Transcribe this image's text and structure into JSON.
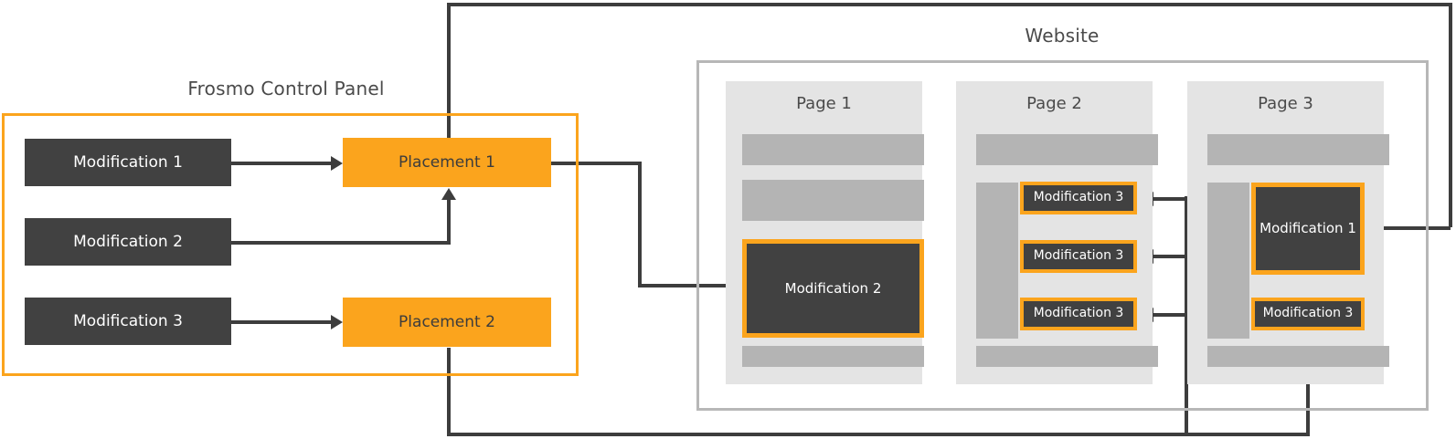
{
  "diagram": {
    "type": "flow-diagram",
    "panels": [
      {
        "id": "control-panel",
        "title": "Frosmo Control Panel",
        "modifications": [
          {
            "label": "Modification 1"
          },
          {
            "label": "Modification 2"
          },
          {
            "label": "Modification 3"
          }
        ],
        "placements": [
          {
            "label": "Placement 1"
          },
          {
            "label": "Placement 2"
          }
        ]
      },
      {
        "id": "website",
        "title": "Website",
        "pages": [
          {
            "title": "Page 1",
            "placed_modifications": [
              {
                "label": "Modification 2"
              }
            ]
          },
          {
            "title": "Page 2",
            "placed_modifications": [
              {
                "label": "Modification 3"
              },
              {
                "label": "Modification 3"
              },
              {
                "label": "Modification 3"
              }
            ]
          },
          {
            "title": "Page 3",
            "placed_modifications": [
              {
                "label": "Modification 1"
              },
              {
                "label": "Modification 3"
              }
            ]
          }
        ]
      }
    ],
    "connections": [
      {
        "from": "Modification 1",
        "to": "Placement 1"
      },
      {
        "from": "Modification 2",
        "to": "Placement 1"
      },
      {
        "from": "Modification 3",
        "to": "Placement 2"
      },
      {
        "from": "Placement 1",
        "to": "Page 1 / Modification 2"
      },
      {
        "from": "Placement 1",
        "to": "Page 3 / Modification 1"
      },
      {
        "from": "Placement 2",
        "to": "Page 2 / Modification 3 (x3)"
      },
      {
        "from": "Placement 2",
        "to": "Page 3 / Modification 3"
      }
    ]
  },
  "colors": {
    "accent_orange": "#FBA41D",
    "dark_box": "#414141",
    "page_background": "#E4E4E4",
    "page_bar": "#B4B4B4",
    "frame_gray": "#B7B7B7",
    "connector": "#3D3D3D",
    "canvas": "#FFFFFF"
  }
}
